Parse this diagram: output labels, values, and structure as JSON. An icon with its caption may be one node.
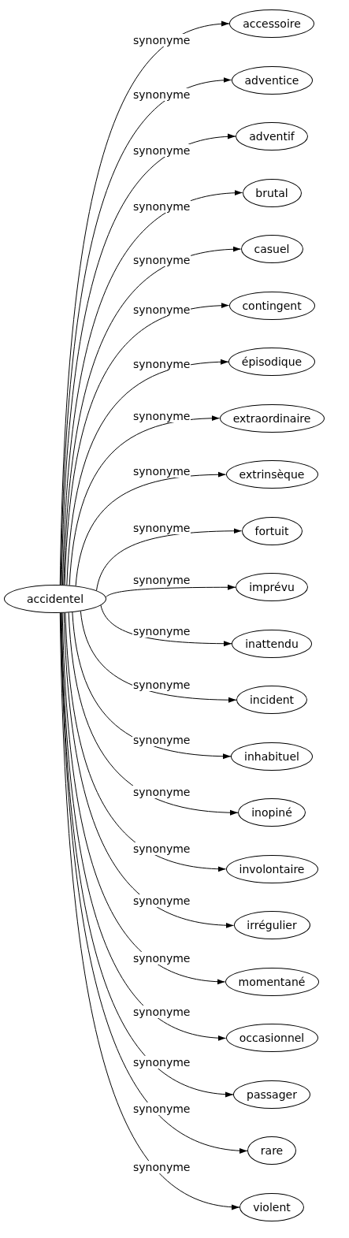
{
  "diagram": {
    "nodes": [
      {
        "text": [
          "accidentel"
        ]
      },
      {
        "text": [
          "accessoire"
        ]
      },
      {
        "text": [
          "adventice"
        ]
      },
      {
        "text": [
          "adventif"
        ]
      },
      {
        "text": [
          "brutal"
        ]
      },
      {
        "text": [
          "casuel"
        ]
      },
      {
        "text": [
          "contingent"
        ]
      },
      {
        "text": [
          "épisodique"
        ]
      },
      {
        "text": [
          "extraordinaire"
        ]
      },
      {
        "text": [
          "extrinsèque"
        ]
      },
      {
        "text": [
          "fortuit"
        ]
      },
      {
        "text": [
          "imprévu"
        ]
      },
      {
        "text": [
          "inattendu"
        ]
      },
      {
        "text": [
          "incident"
        ]
      },
      {
        "text": [
          "inhabituel"
        ]
      },
      {
        "text": [
          "inopiné"
        ]
      },
      {
        "text": [
          "involontaire"
        ]
      },
      {
        "text": [
          "irrégulier"
        ]
      },
      {
        "text": [
          "momentané"
        ]
      },
      {
        "text": [
          "occasionnel"
        ]
      },
      {
        "text": [
          "passager"
        ]
      },
      {
        "text": [
          "rare"
        ]
      },
      {
        "text": [
          "violent"
        ]
      }
    ],
    "edges": [
      {
        "from": 0,
        "to": 1,
        "arrow": "to",
        "label": "synonyme"
      },
      {
        "from": 0,
        "to": 2,
        "arrow": "to",
        "label": "synonyme"
      },
      {
        "from": 0,
        "to": 3,
        "arrow": "to",
        "label": "synonyme"
      },
      {
        "from": 0,
        "to": 4,
        "arrow": "to",
        "label": "synonyme"
      },
      {
        "from": 0,
        "to": 5,
        "arrow": "to",
        "label": "synonyme"
      },
      {
        "from": 0,
        "to": 6,
        "arrow": "to",
        "label": "synonyme"
      },
      {
        "from": 0,
        "to": 7,
        "arrow": "to",
        "label": "synonyme"
      },
      {
        "from": 0,
        "to": 8,
        "arrow": "to",
        "label": "synonyme"
      },
      {
        "from": 0,
        "to": 9,
        "arrow": "to",
        "label": "synonyme"
      },
      {
        "from": 0,
        "to": 10,
        "arrow": "to",
        "label": "synonyme"
      },
      {
        "from": 0,
        "to": 11,
        "arrow": "to",
        "label": "synonyme"
      },
      {
        "from": 0,
        "to": 12,
        "arrow": "to",
        "label": "synonyme"
      },
      {
        "from": 0,
        "to": 13,
        "arrow": "to",
        "label": "synonyme"
      },
      {
        "from": 0,
        "to": 14,
        "arrow": "to",
        "label": "synonyme"
      },
      {
        "from": 0,
        "to": 15,
        "arrow": "to",
        "label": "synonyme"
      },
      {
        "from": 0,
        "to": 16,
        "arrow": "to",
        "label": "synonyme"
      },
      {
        "from": 0,
        "to": 17,
        "arrow": "to",
        "label": "synonyme"
      },
      {
        "from": 0,
        "to": 18,
        "arrow": "to",
        "label": "synonyme"
      },
      {
        "from": 0,
        "to": 19,
        "arrow": "to",
        "label": "synonyme"
      },
      {
        "from": 0,
        "to": 20,
        "arrow": "to",
        "label": "synonyme"
      },
      {
        "from": 0,
        "to": 21,
        "arrow": "to",
        "label": "synonyme"
      },
      {
        "from": 0,
        "to": 22,
        "arrow": "to",
        "label": "synonyme"
      }
    ]
  }
}
